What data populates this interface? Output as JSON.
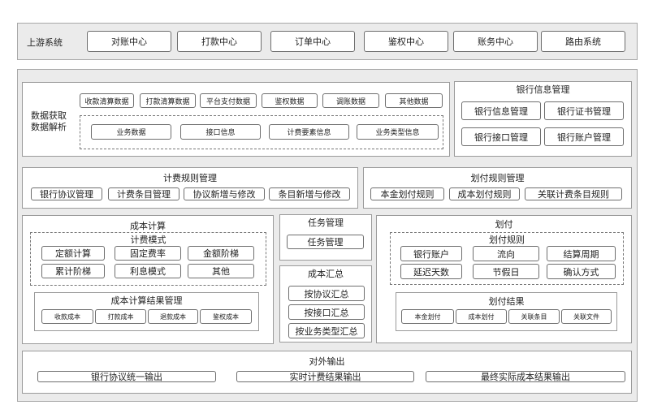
{
  "upstream": {
    "label": "上游系统",
    "items": [
      "对账中心",
      "打款中心",
      "订单中心",
      "鉴权中心",
      "账务中心",
      "路由系统"
    ]
  },
  "data_acq": {
    "label_line1": "数据获取",
    "label_line2": "数据解析",
    "row1": [
      "收款清算数据",
      "打款清算数据",
      "平台支付数据",
      "鉴权数据",
      "调账数据",
      "其他数据"
    ],
    "row2": [
      "业务数据",
      "接口信息",
      "计费要素信息",
      "业务类型信息"
    ]
  },
  "bank_info": {
    "title": "银行信息管理",
    "items": [
      "银行信息管理",
      "银行证书管理",
      "银行接口管理",
      "银行账户管理"
    ]
  },
  "billing_rules": {
    "title": "计费规则管理",
    "items": [
      "银行协议管理",
      "计费条目管理",
      "协议新增与修改",
      "条目新增与修改"
    ]
  },
  "transfer_rules": {
    "title": "划付规则管理",
    "items": [
      "本金划付规则",
      "成本划付规则",
      "关联计费条目规则"
    ]
  },
  "cost_calc": {
    "title": "成本计算",
    "mode_title": "计费模式",
    "modes": [
      "定额计算",
      "固定费率",
      "金额阶梯",
      "累计阶梯",
      "利息模式",
      "其他"
    ],
    "result_title": "成本计算结果管理",
    "results": [
      "收款成本",
      "打款成本",
      "退款成本",
      "鉴权成本"
    ]
  },
  "task_mgmt": {
    "title": "任务管理",
    "items": [
      "任务管理"
    ]
  },
  "cost_summary": {
    "title": "成本汇总",
    "items": [
      "按协议汇总",
      "按接口汇总",
      "按业务类型汇总"
    ]
  },
  "transfer": {
    "title": "划付",
    "rules_title": "划付规则",
    "rules": [
      "银行账户",
      "流向",
      "结算周期",
      "延迟天数",
      "节假日",
      "确认方式"
    ],
    "result_title": "划付结果",
    "results": [
      "本金划付",
      "成本划付",
      "关联条目",
      "关联文件"
    ]
  },
  "output": {
    "title": "对外输出",
    "items": [
      "银行协议统一输出",
      "实时计费结果输出",
      "最终实际成本结果输出"
    ]
  }
}
